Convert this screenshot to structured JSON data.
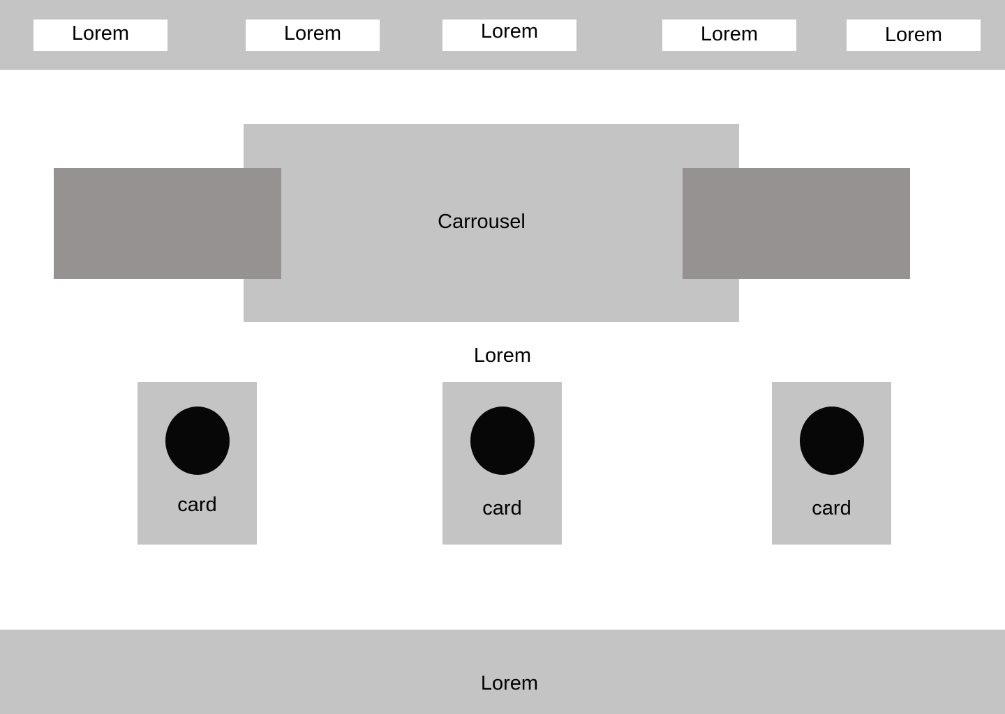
{
  "topnav": {
    "items": [
      {
        "label": "Lorem"
      },
      {
        "label": "Lorem"
      },
      {
        "label": "Lorem"
      },
      {
        "label": "Lorem"
      },
      {
        "label": "Lorem"
      }
    ]
  },
  "carousel": {
    "label": "Carrousel"
  },
  "section": {
    "heading": "Lorem"
  },
  "cards": [
    {
      "label": "card"
    },
    {
      "label": "card"
    },
    {
      "label": "card"
    }
  ],
  "footer": {
    "text": "Lorem"
  },
  "colors": {
    "panel": "#c4c4c4",
    "carousel_side": "#969291",
    "avatar": "#070707",
    "background": "#ffffff"
  }
}
